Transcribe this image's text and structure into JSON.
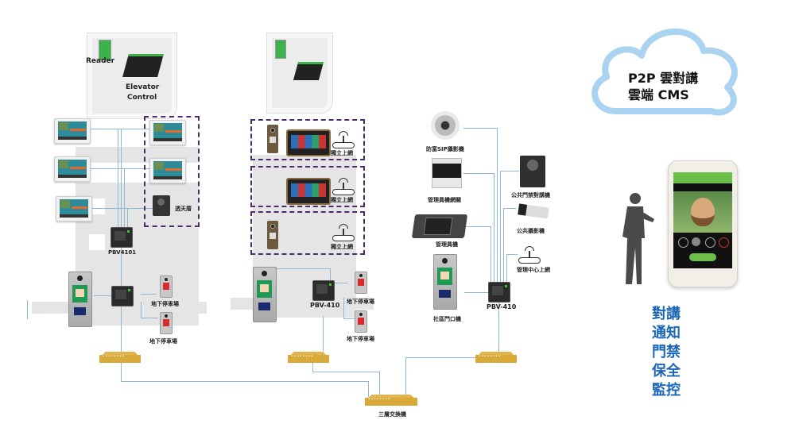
{
  "diagram": {
    "title": "Building intercom network topology",
    "building_a": {
      "reader_label": "Reader",
      "elevator_label_1": "Elevator",
      "elevator_label_2": "Control",
      "villa_label": "透天厝",
      "controller_label": "PBV4101",
      "parking_label_1": "地下停車場",
      "parking_label_2": "地下停車場"
    },
    "building_b": {
      "independent_net_1": "獨立上網",
      "independent_net_2": "獨立上網",
      "independent_net_3": "獨立上網",
      "controller_label": "PBV-410",
      "parking_label_1": "地下停車場",
      "parking_label_2": "地下停車場"
    },
    "management": {
      "sip_camera": "防富SIP攝影機",
      "gateway": "管理員機網關",
      "guard_station": "管理員機",
      "community_gate": "社區門口機",
      "public_door_intercom": "公共門禁對講機",
      "public_camera": "公共攝影機",
      "center_net": "管理中心上網",
      "controller_label": "PBV-410"
    },
    "core_switch_label": "三層交換機",
    "cloud": {
      "line1": "P2P 雲對講",
      "line2": "雲端 CMS"
    },
    "features": [
      "對講",
      "通知",
      "門禁",
      "保全",
      "監控"
    ],
    "colors": {
      "line": "#8fb8d6",
      "dashed_border": "#4b2d6e",
      "switch": "#d9a93a",
      "cloud_outline": "#a9d3f0",
      "feature_text": "#1a66b8",
      "app_green": "#6cc04a"
    }
  }
}
